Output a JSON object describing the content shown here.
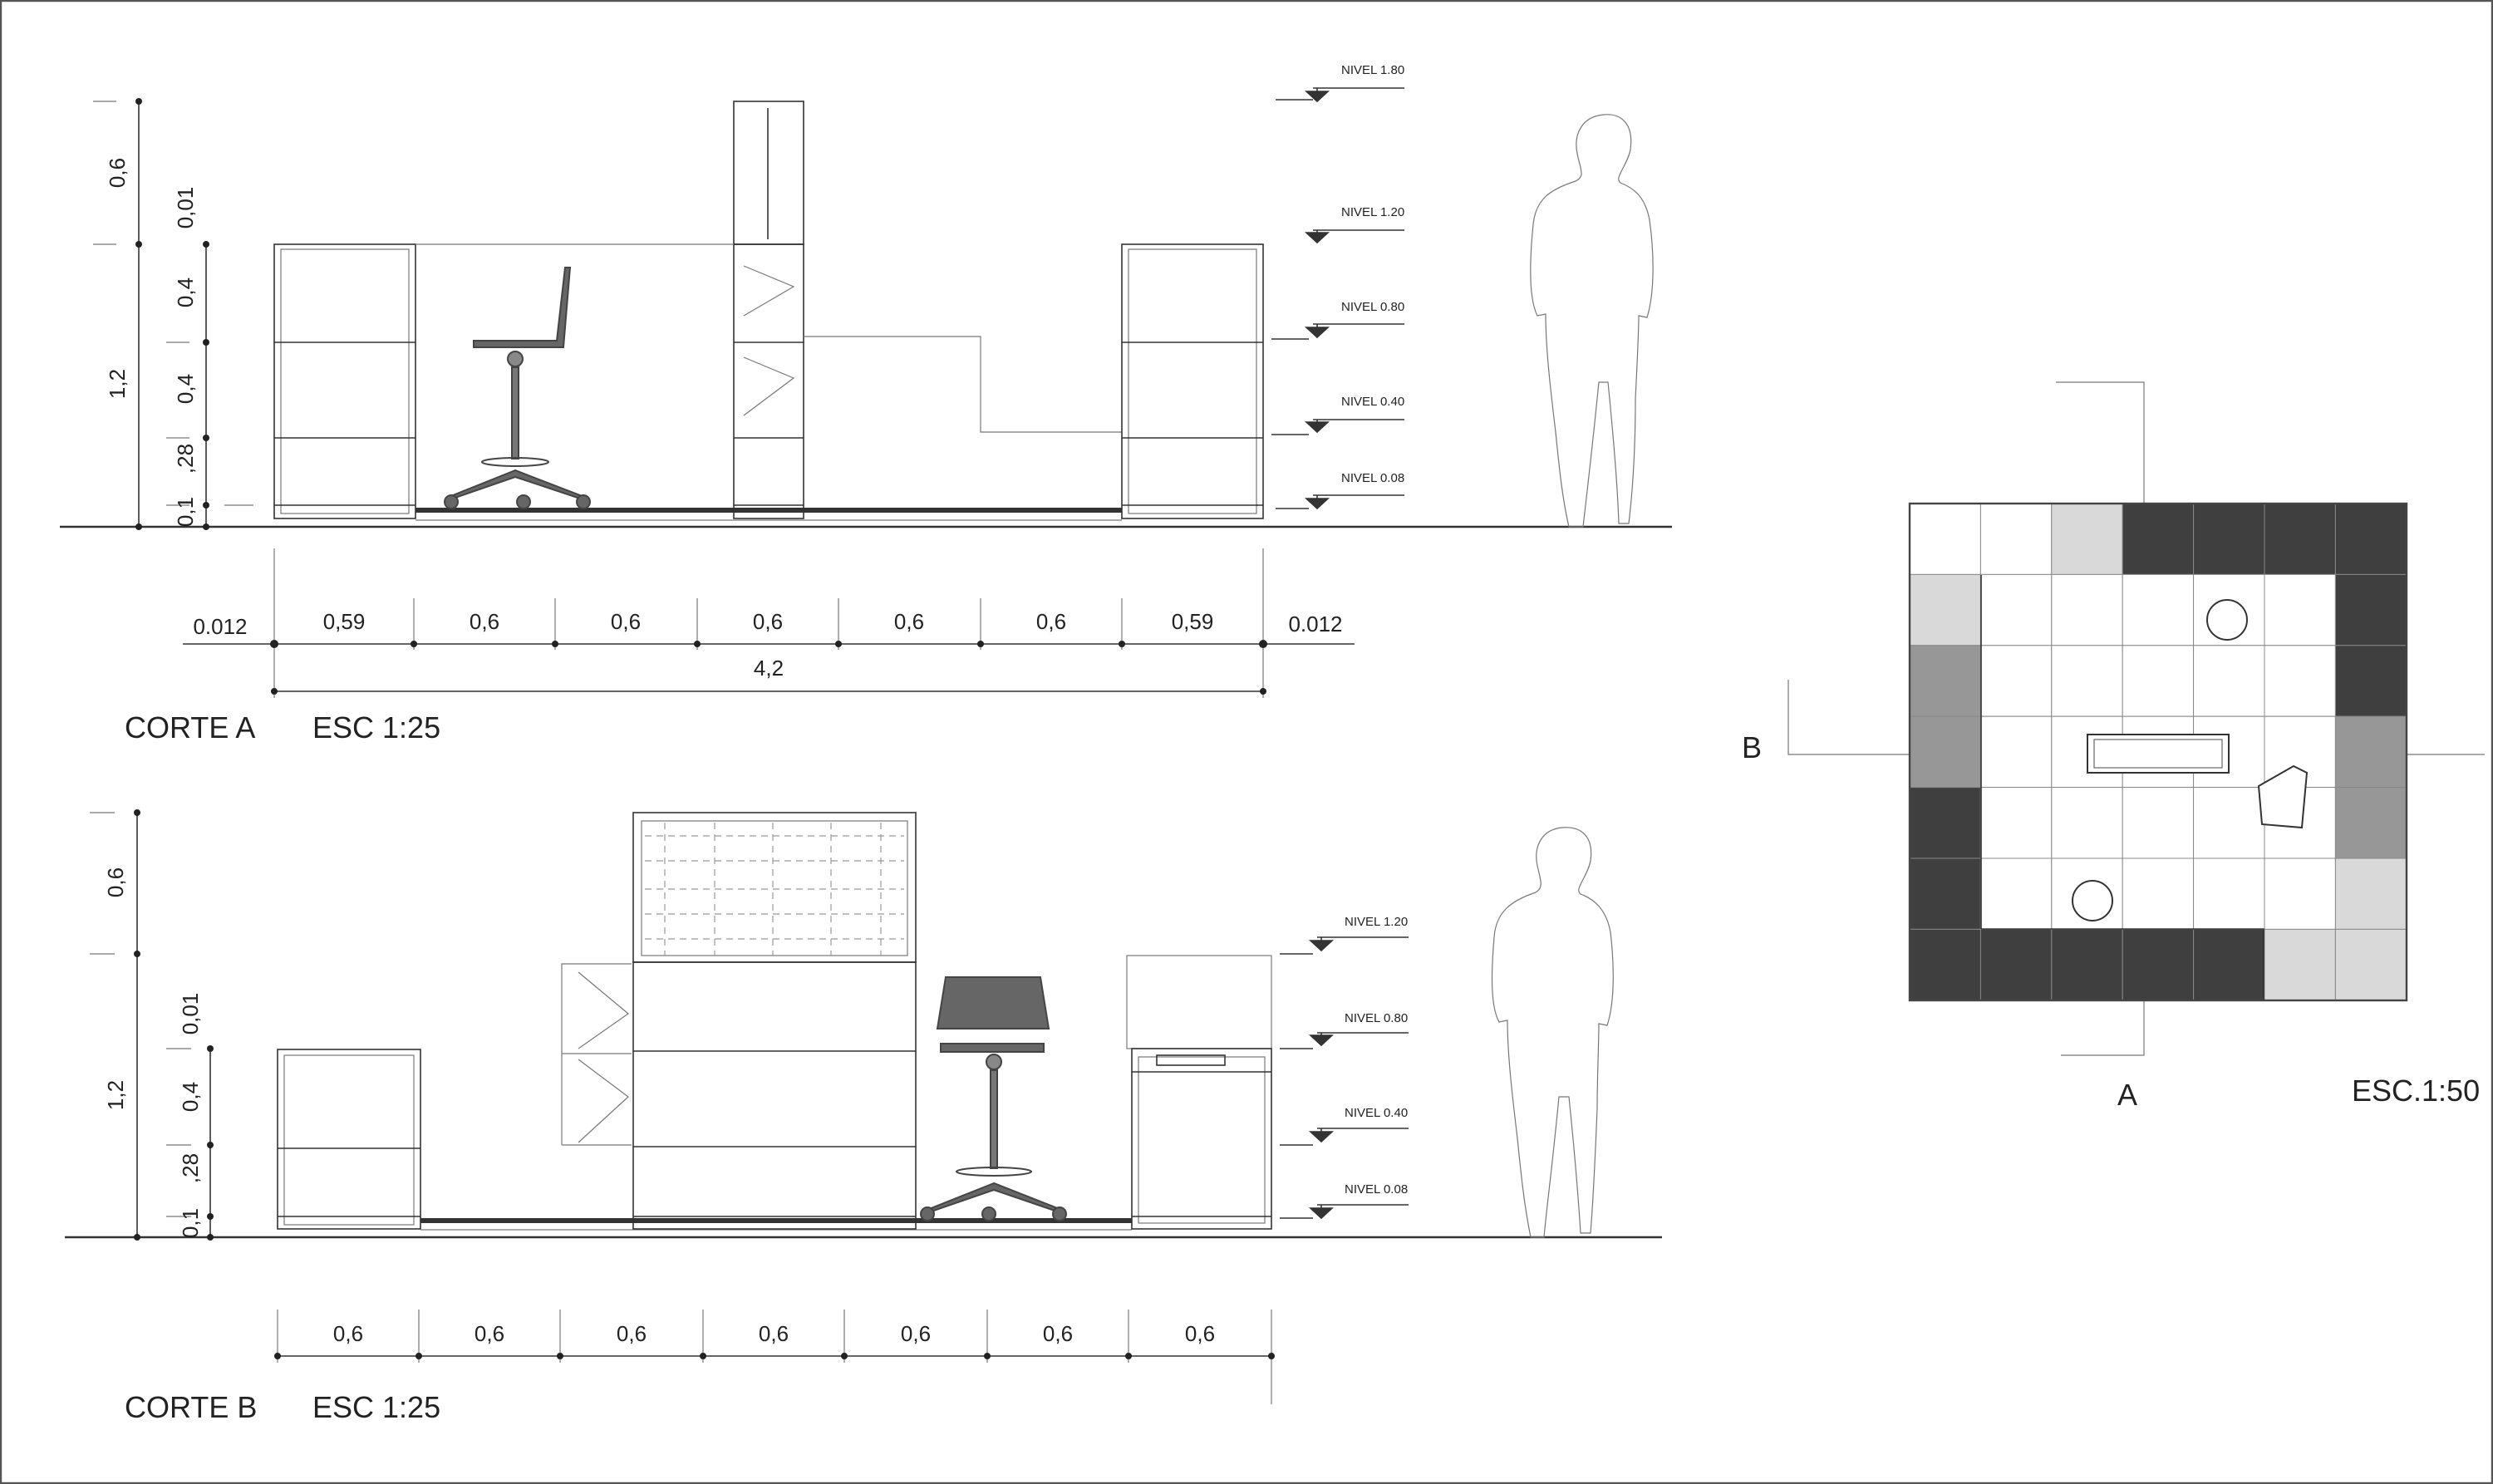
{
  "section_a": {
    "title": "CORTE A",
    "scale": "ESC 1:25",
    "vertical_dims": [
      "0,6",
      "0,01",
      "0,4",
      "1,2",
      "0,4",
      ",28",
      "0,1"
    ],
    "horizontal_dims": [
      "0.012",
      "0,59",
      "0,6",
      "0,6",
      "0,6",
      "0,6",
      "0,6",
      "0,59",
      "0.012"
    ],
    "total": "4,2",
    "levels": [
      "NIVEL 1.80",
      "NIVEL 1.20",
      "NIVEL 0.80",
      "NIVEL 0.40",
      "NIVEL 0.08"
    ]
  },
  "section_b": {
    "title": "CORTE B",
    "scale": "ESC 1:25",
    "vertical_dims": [
      "0,6",
      "0,01",
      "0,4",
      "1,2",
      ",28",
      "0,1"
    ],
    "horizontal_dims": [
      "0,6",
      "0,6",
      "0,6",
      "0,6",
      "0,6",
      "0,6",
      "0,6"
    ],
    "levels": [
      "NIVEL 1.20",
      "NIVEL 0.80",
      "NIVEL 0.40",
      "NIVEL 0.08"
    ]
  },
  "plan": {
    "scale": "ESC.1:50",
    "cut_a_label": "A",
    "cut_b_label": "B",
    "colors": {
      "dark": "#3f3f3f",
      "medium": "#979797",
      "light": "#d9d9d9",
      "white": "#ffffff"
    }
  }
}
